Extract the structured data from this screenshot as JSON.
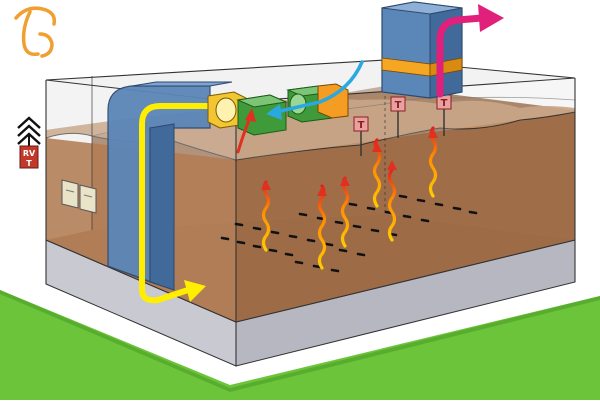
{
  "sign": {
    "lines": [
      "RV",
      "T"
    ]
  },
  "sensors": {
    "label": "T",
    "count": 3
  },
  "colors": {
    "ground": "#6cc43a",
    "soil": "#b07b52",
    "duct_blue": "#5b86b8",
    "duct_yellow": "#f5a623",
    "fan_green": "#3f9a3a",
    "arrow_yellow": "#ffee00",
    "arrow_magenta": "#e0207a",
    "arrow_red": "#e03020",
    "arrow_cyan": "#2aa8e0",
    "sensor_red": "#c0392b"
  },
  "icons": [
    "logo-icon",
    "chevron-up-icon",
    "fan-icon",
    "sensor-icon",
    "heat-wave-icon",
    "arrow-icon"
  ]
}
